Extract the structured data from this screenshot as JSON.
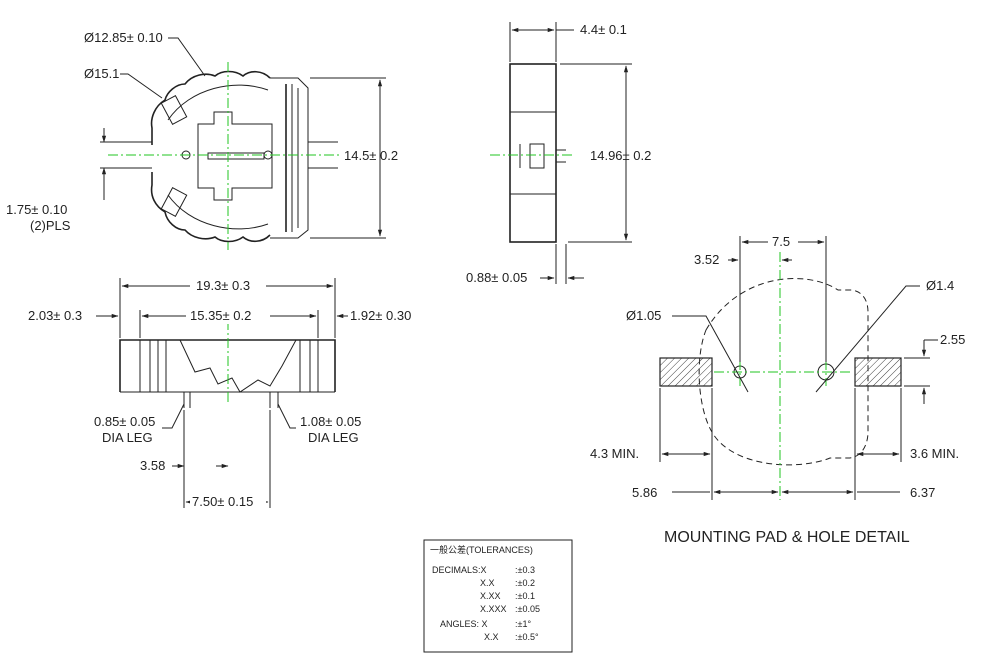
{
  "top_view": {
    "dia_outer": "Ø12.85± 0.10",
    "dia_inner": "Ø15.1",
    "height": "14.5± 0.2",
    "leg_offset": "1.75± 0.10",
    "leg_count": "(2)PLS"
  },
  "side_view": {
    "thickness": "4.4± 0.1",
    "height": "14.96± 0.2",
    "leg": "0.88± 0.05"
  },
  "front_view": {
    "overall": "19.3± 0.3",
    "left": "2.03± 0.3",
    "mid": "15.35± 0.2",
    "right": "1.92± 0.30",
    "leg_left_dia": "0.85± 0.05",
    "leg_left_label": "DIA LEG",
    "leg_right_dia": "1.08± 0.05",
    "leg_right_label": "DIA LEG",
    "offset": "3.58",
    "pitch": "7.50± 0.15"
  },
  "pad_detail": {
    "pitch": "7.5",
    "offset": "3.52",
    "hole_left": "Ø1.05",
    "hole_right": "Ø1.4",
    "pad_height": "2.55",
    "left_min": "4.3 MIN.",
    "right_min": "3.6 MIN.",
    "left_dist": "5.86",
    "right_dist": "6.37",
    "title": "MOUNTING PAD & HOLE DETAIL"
  },
  "tolerances": {
    "title": "一般公差(TOLERANCES)",
    "rows": [
      {
        "label": "DECIMALS:X",
        "value": ":±0.3"
      },
      {
        "label": "X.X",
        "value": ":±0.2"
      },
      {
        "label": "X.XX",
        "value": ":±0.1"
      },
      {
        "label": "X.XXX",
        "value": ":±0.05"
      },
      {
        "label": "ANGLES: X",
        "value": ":±1°"
      },
      {
        "label": "X.X",
        "value": ":±0.5°"
      }
    ]
  }
}
